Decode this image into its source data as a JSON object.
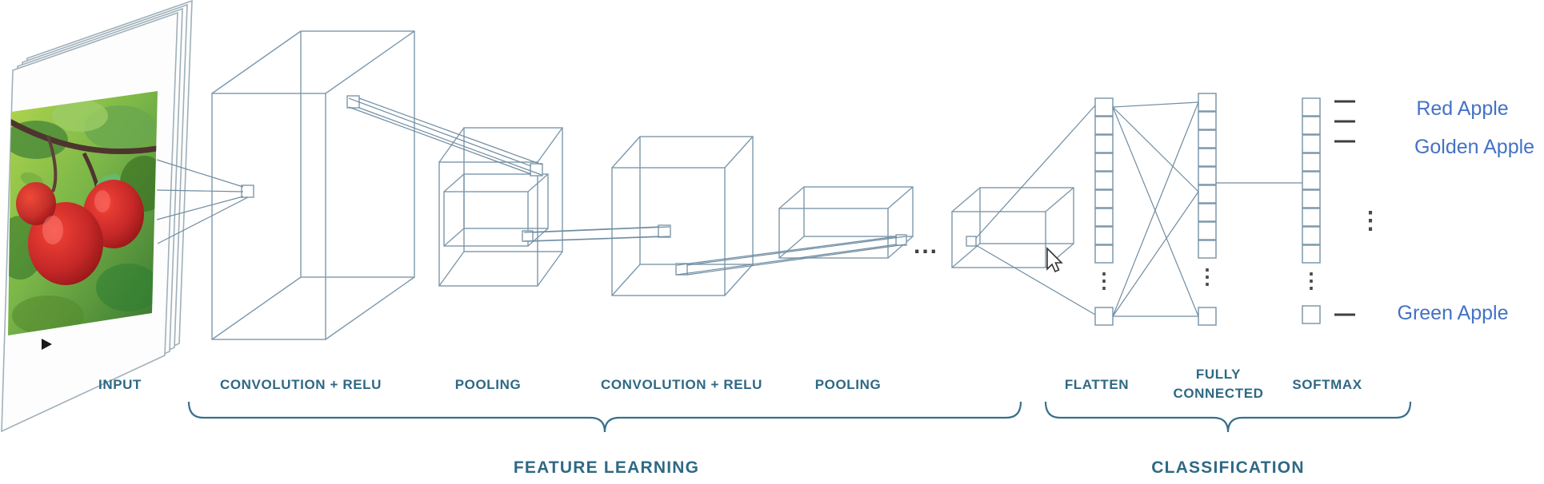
{
  "colors": {
    "wireframe": "#7e98ab",
    "stage_label": "#2e6984",
    "class_label": "#4472c4",
    "brace": "#38708c"
  },
  "stages": {
    "input": "INPUT",
    "conv1": "CONVOLUTION + RELU",
    "pool1": "POOLING",
    "conv2": "CONVOLUTION + RELU",
    "pool2": "POOLING",
    "flatten": "FLATTEN",
    "fully_connected_line1": "FULLY",
    "fully_connected_line2": "CONNECTED",
    "softmax": "SOFTMAX"
  },
  "groups": {
    "feature_learning": "FEATURE LEARNING",
    "classification": "CLASSIFICATION"
  },
  "outputs": {
    "class1": "Red Apple",
    "class2": "Golden Apple",
    "class3": "Green Apple"
  },
  "symbols": {
    "ellipsis_h": "...",
    "ellipsis_v": "⋮"
  }
}
